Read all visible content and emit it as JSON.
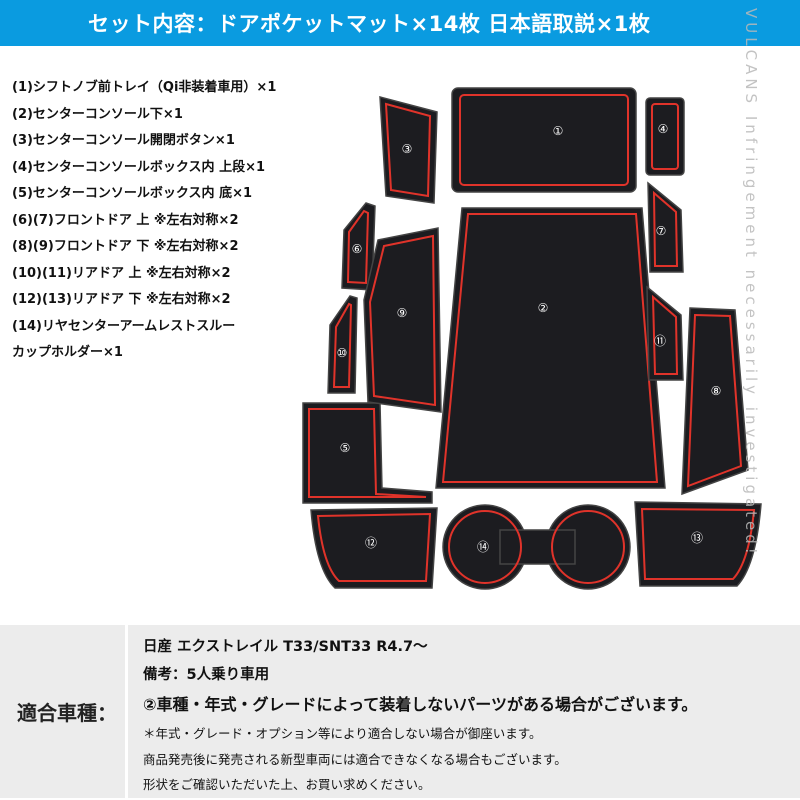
{
  "header": {
    "title": "セット内容：ドアポケットマット×14枚  日本語取説×1枚"
  },
  "items": [
    "(1)シフトノブ前トレイ（Qi非装着車用）×1",
    "(2)センターコンソール下×1",
    "(3)センターコンソール開閉ボタン×1",
    "(4)センターコンソールボックス内 上段×1",
    "(5)センターコンソールボックス内 底×1",
    "(6)(7)フロントドア 上 ※左右対称×2",
    "(8)(9)フロントドア 下 ※左右対称×2",
    "(10)(11)リアドア 上 ※左右対称×2",
    "(12)(13)リアドア 下 ※左右対称×2",
    "(14)リヤセンターアームレストスルー",
    "カップホルダー×1"
  ],
  "mats": {
    "labels": [
      "①",
      "②",
      "③",
      "④",
      "⑤",
      "⑥",
      "⑦",
      "⑧",
      "⑨",
      "⑩",
      "⑪",
      "⑫",
      "⑬",
      "⑭"
    ],
    "colors": {
      "mat": "#1c1c20",
      "trim": "#e0332a"
    }
  },
  "watermark": "VULCANS  Infringement necessarily investigated!",
  "compat": {
    "label": "適合車種：",
    "lines": [
      "日産 エクストレイル T33/SNT33 R4.7〜",
      "備考：5人乗り車用",
      "②車種・年式・グレードによって装着しないパーツがある場合がございます。",
      "＊年式・グレード・オプション等により適合しない場合が御座います。",
      "商品発売後に発売される新型車両には適合できなくなる場合もございます。",
      "形状をご確認いただいた上、お買い求めください。"
    ]
  },
  "colors": {
    "header_bg": "#0a9be0",
    "panel_bg": "#ececec"
  }
}
